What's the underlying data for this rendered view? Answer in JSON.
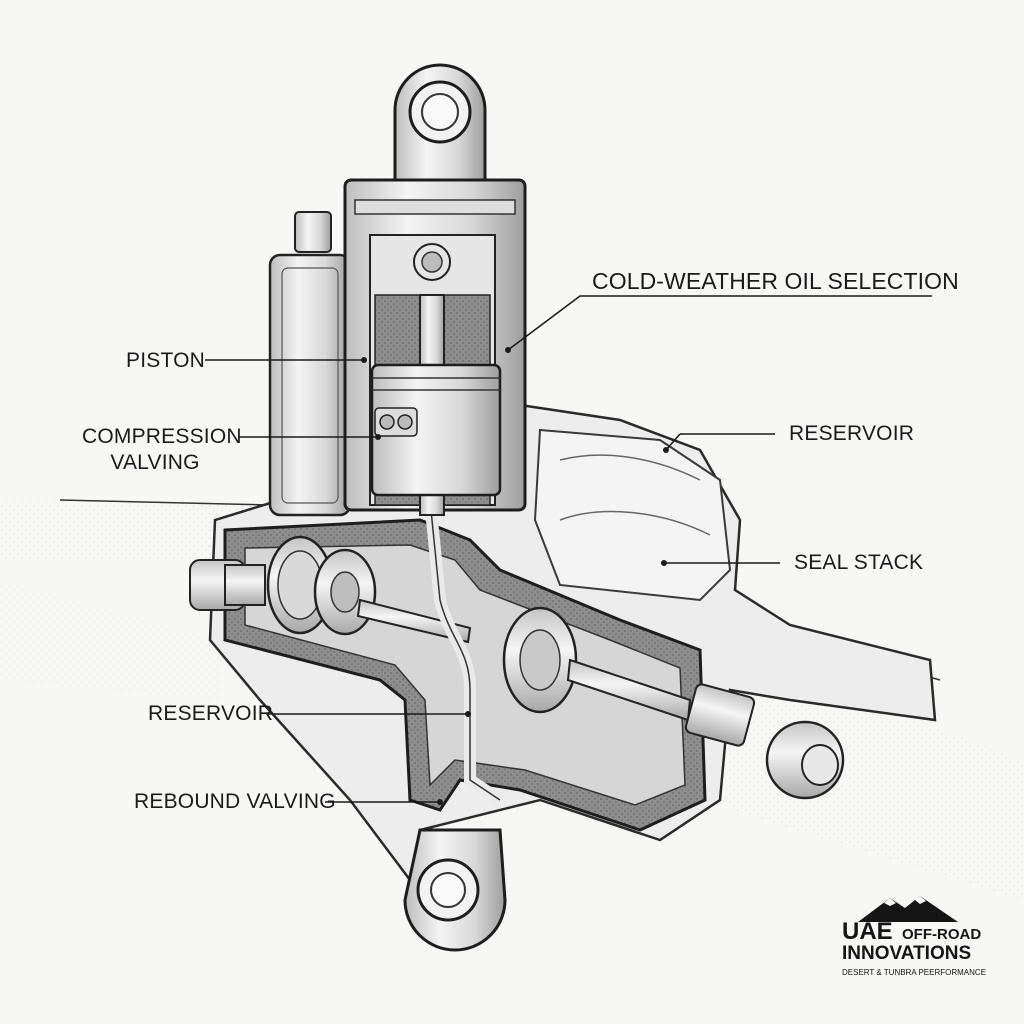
{
  "labels": {
    "cold_weather_oil": "COLD-WEATHER OIL SELECTION",
    "piston": "PISTON",
    "compression_valving_line1": "COMPRESSION",
    "compression_valving_line2": "VALVING",
    "reservoir_right": "RESERVOIR",
    "seal_stack": "SEAL STACK",
    "reservoir_left": "RESERVOIR",
    "rebound_valving": "REBOUND VALVING"
  },
  "logo": {
    "brand_line1_a": "UAE",
    "brand_line1_b": "OFF-ROAD",
    "brand_line2": "INNOVATIONS",
    "tagline": "DESERT & TUNBRA PEERFORMANCE",
    "icon": "mountain-icon"
  },
  "colors": {
    "ink": "#1a1a1a",
    "metal_light": "#f2f2f2",
    "metal_mid": "#c9c9c9",
    "cutaway_fill": "#9a9a9a",
    "background": "#f7f7f6"
  }
}
